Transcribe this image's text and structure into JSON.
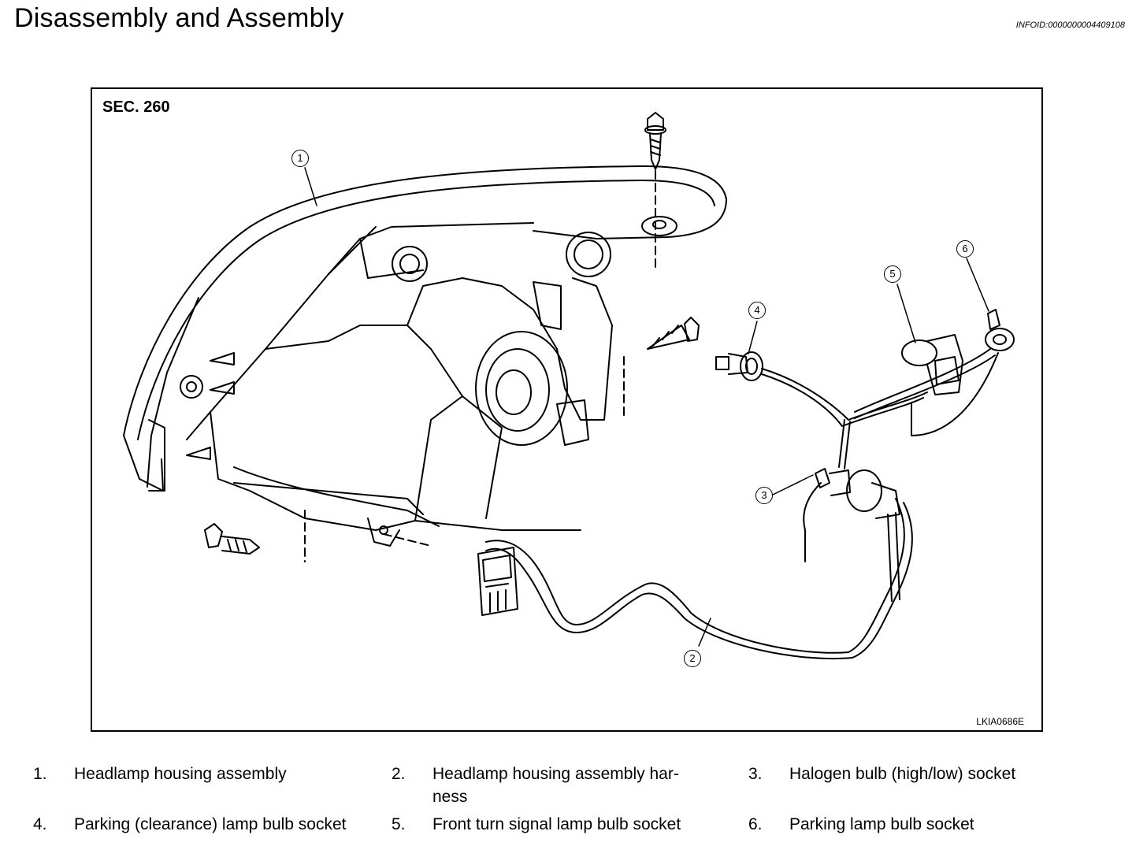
{
  "header": {
    "title": "Disassembly and Assembly",
    "info_id": "INFOID:0000000004409108"
  },
  "figure": {
    "section": "SEC. 260",
    "code": "LKIA0686E",
    "callouts": [
      "1",
      "2",
      "3",
      "4",
      "5",
      "6"
    ]
  },
  "legend": [
    {
      "num": "1.",
      "text": "Headlamp housing assembly"
    },
    {
      "num": "2.",
      "text": "Headlamp housing assembly har-ness"
    },
    {
      "num": "3.",
      "text": "Halogen bulb (high/low) socket"
    },
    {
      "num": "4.",
      "text": "Parking (clearance) lamp bulb socket"
    },
    {
      "num": "5.",
      "text": "Front turn signal lamp bulb socket"
    },
    {
      "num": "6.",
      "text": "Parking lamp bulb socket"
    }
  ]
}
